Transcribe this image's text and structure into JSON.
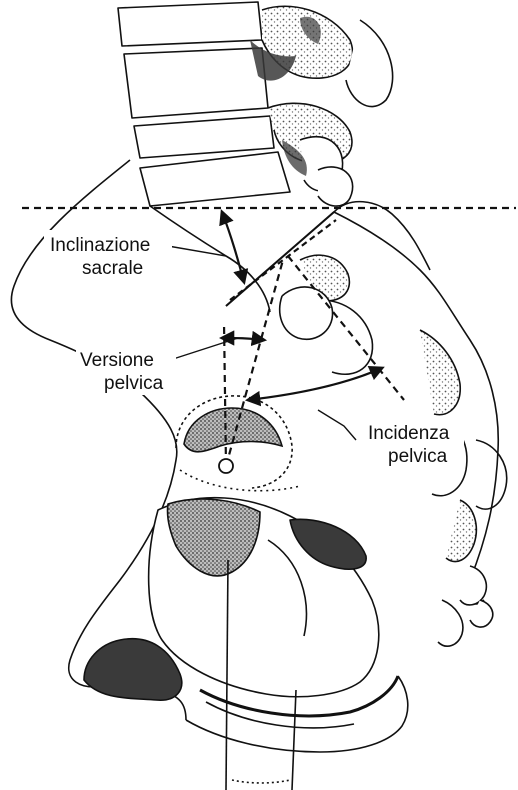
{
  "labels": {
    "sacral_slope": [
      "Inclinazione",
      "sacrale"
    ],
    "pelvic_tilt": [
      "Versione",
      "pelvica"
    ],
    "pelvic_incidence": [
      "Incidenza",
      "pelvica"
    ]
  },
  "colors": {
    "ink": "#111111",
    "shade": "#8a8a8a",
    "dark_shade": "#3a3a3a",
    "background": "#ffffff"
  }
}
